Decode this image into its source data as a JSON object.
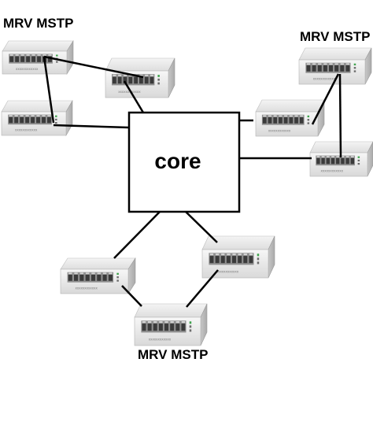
{
  "labels": {
    "top_left": "MRV MSTP",
    "top_right": "MRV MSTP",
    "bottom": "MRV MSTP"
  },
  "core": {
    "label": "core"
  },
  "switch_model_text": "xxxxxxxxxxxx"
}
